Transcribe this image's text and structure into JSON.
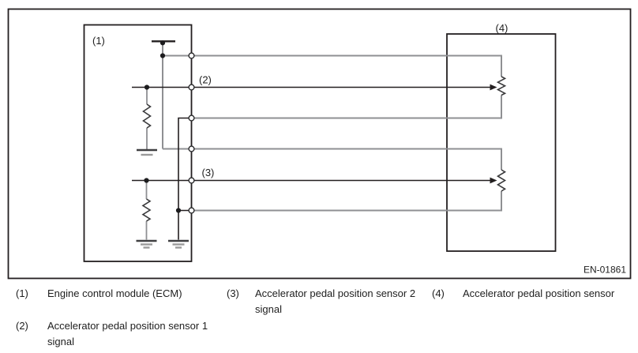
{
  "figure": {
    "id_label": "EN-01861",
    "callouts": {
      "ecm": "(1)",
      "sensor1_signal": "(2)",
      "sensor2_signal": "(3)",
      "pedal_sensor": "(4)"
    },
    "colors": {
      "line_black": "#231f20",
      "wire_gray": "#8f9093",
      "background": "#ffffff"
    }
  },
  "legend": {
    "items": [
      {
        "num": "(1)",
        "text": "Engine control module (ECM)"
      },
      {
        "num": "(2)",
        "text": "Accelerator pedal position sensor 1 signal"
      },
      {
        "num": "(3)",
        "text": "Accelerator pedal position sensor 2 signal"
      },
      {
        "num": "(4)",
        "text": "Accelerator pedal position sensor"
      }
    ]
  }
}
